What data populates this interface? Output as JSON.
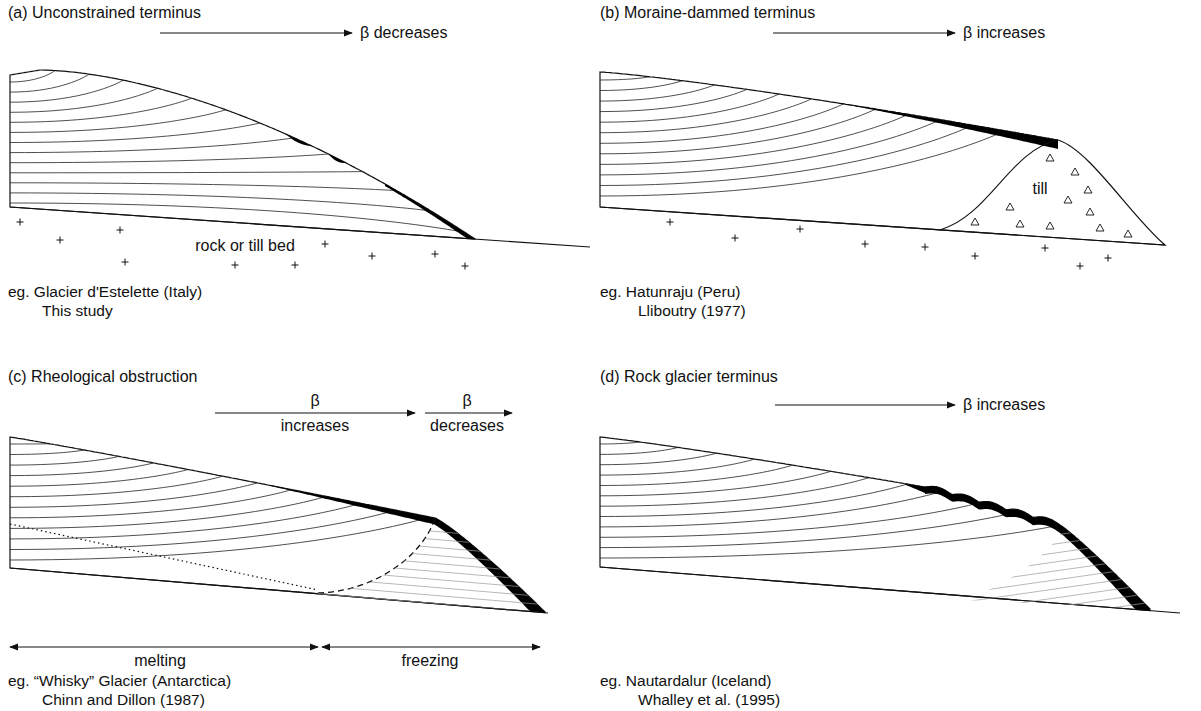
{
  "diagram": {
    "labels": [
      "(a) Unconstrained terminus",
      "β decreases",
      "rock or till bed",
      "eg. Glacier d'Estelette (Italy)",
      "This study",
      "(b) Moraine-dammed terminus",
      "β increases",
      "till",
      "eg. Hatunraju (Peru)",
      "Lliboutry (1977)",
      "(c) Rheological obstruction",
      "β",
      "increases",
      "β",
      "decreases",
      "melting",
      "freezing",
      "eg. “Whisky” Glacier (Antarctica)",
      "Chinn and Dillon (1987)",
      "(d) Rock glacier terminus",
      "β increases",
      "eg. Nautardalur (Iceland)",
      "Whalley et al. (1995)"
    ]
  }
}
